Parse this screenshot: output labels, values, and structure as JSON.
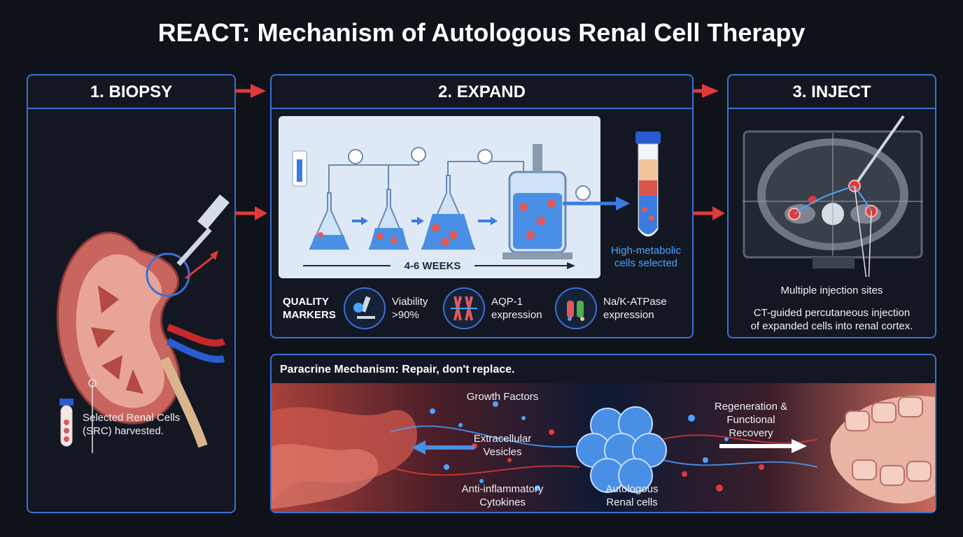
{
  "title": "REACT: Mechanism of Autologous Renal Cell Therapy",
  "steps": {
    "biopsy": {
      "header": "1. BIOPSY",
      "caption_line1": "Selected Renal Cells",
      "caption_line2": "(SRC) harvested."
    },
    "expand": {
      "header": "2. EXPAND",
      "duration": "4-6 WEEKS",
      "selected_line1": "High-metabolic",
      "selected_line2": "cells selected",
      "quality_label_line1": "QUALITY",
      "quality_label_line2": "MARKERS",
      "markers": [
        {
          "line1": "Viability",
          "line2": ">90%",
          "icon": "microscope-icon"
        },
        {
          "line1": "AQP-1",
          "line2": "expression",
          "icon": "aquaporin-icon"
        },
        {
          "line1": "Na/K-ATPase",
          "line2": "expression",
          "icon": "ion-pump-icon"
        }
      ]
    },
    "inject": {
      "header": "3. INJECT",
      "sites_label": "Multiple injection sites",
      "caption_line1": "CT-guided percutaneous injection",
      "caption_line2": "of expanded cells into renal cortex."
    }
  },
  "mechanism": {
    "heading": "Paracrine Mechanism: Repair, don't replace.",
    "growth_factors": "Growth Factors",
    "vesicles_line1": "Extracellular",
    "vesicles_line2": "Vesicles",
    "cytokines_line1": "Anti-inflammatory",
    "cytokines_line2": "Cytokines",
    "cells_line1": "Autologous",
    "cells_line2": "Renal cells",
    "outcome_line1": "Regeneration &",
    "outcome_line2": "Functional",
    "outcome_line3": "Recovery"
  },
  "colors": {
    "panel_border": "#3b6fd6",
    "flow_arrow": "#e03a3a",
    "background": "#0f1218",
    "accent_blue": "#4aa3ff"
  }
}
